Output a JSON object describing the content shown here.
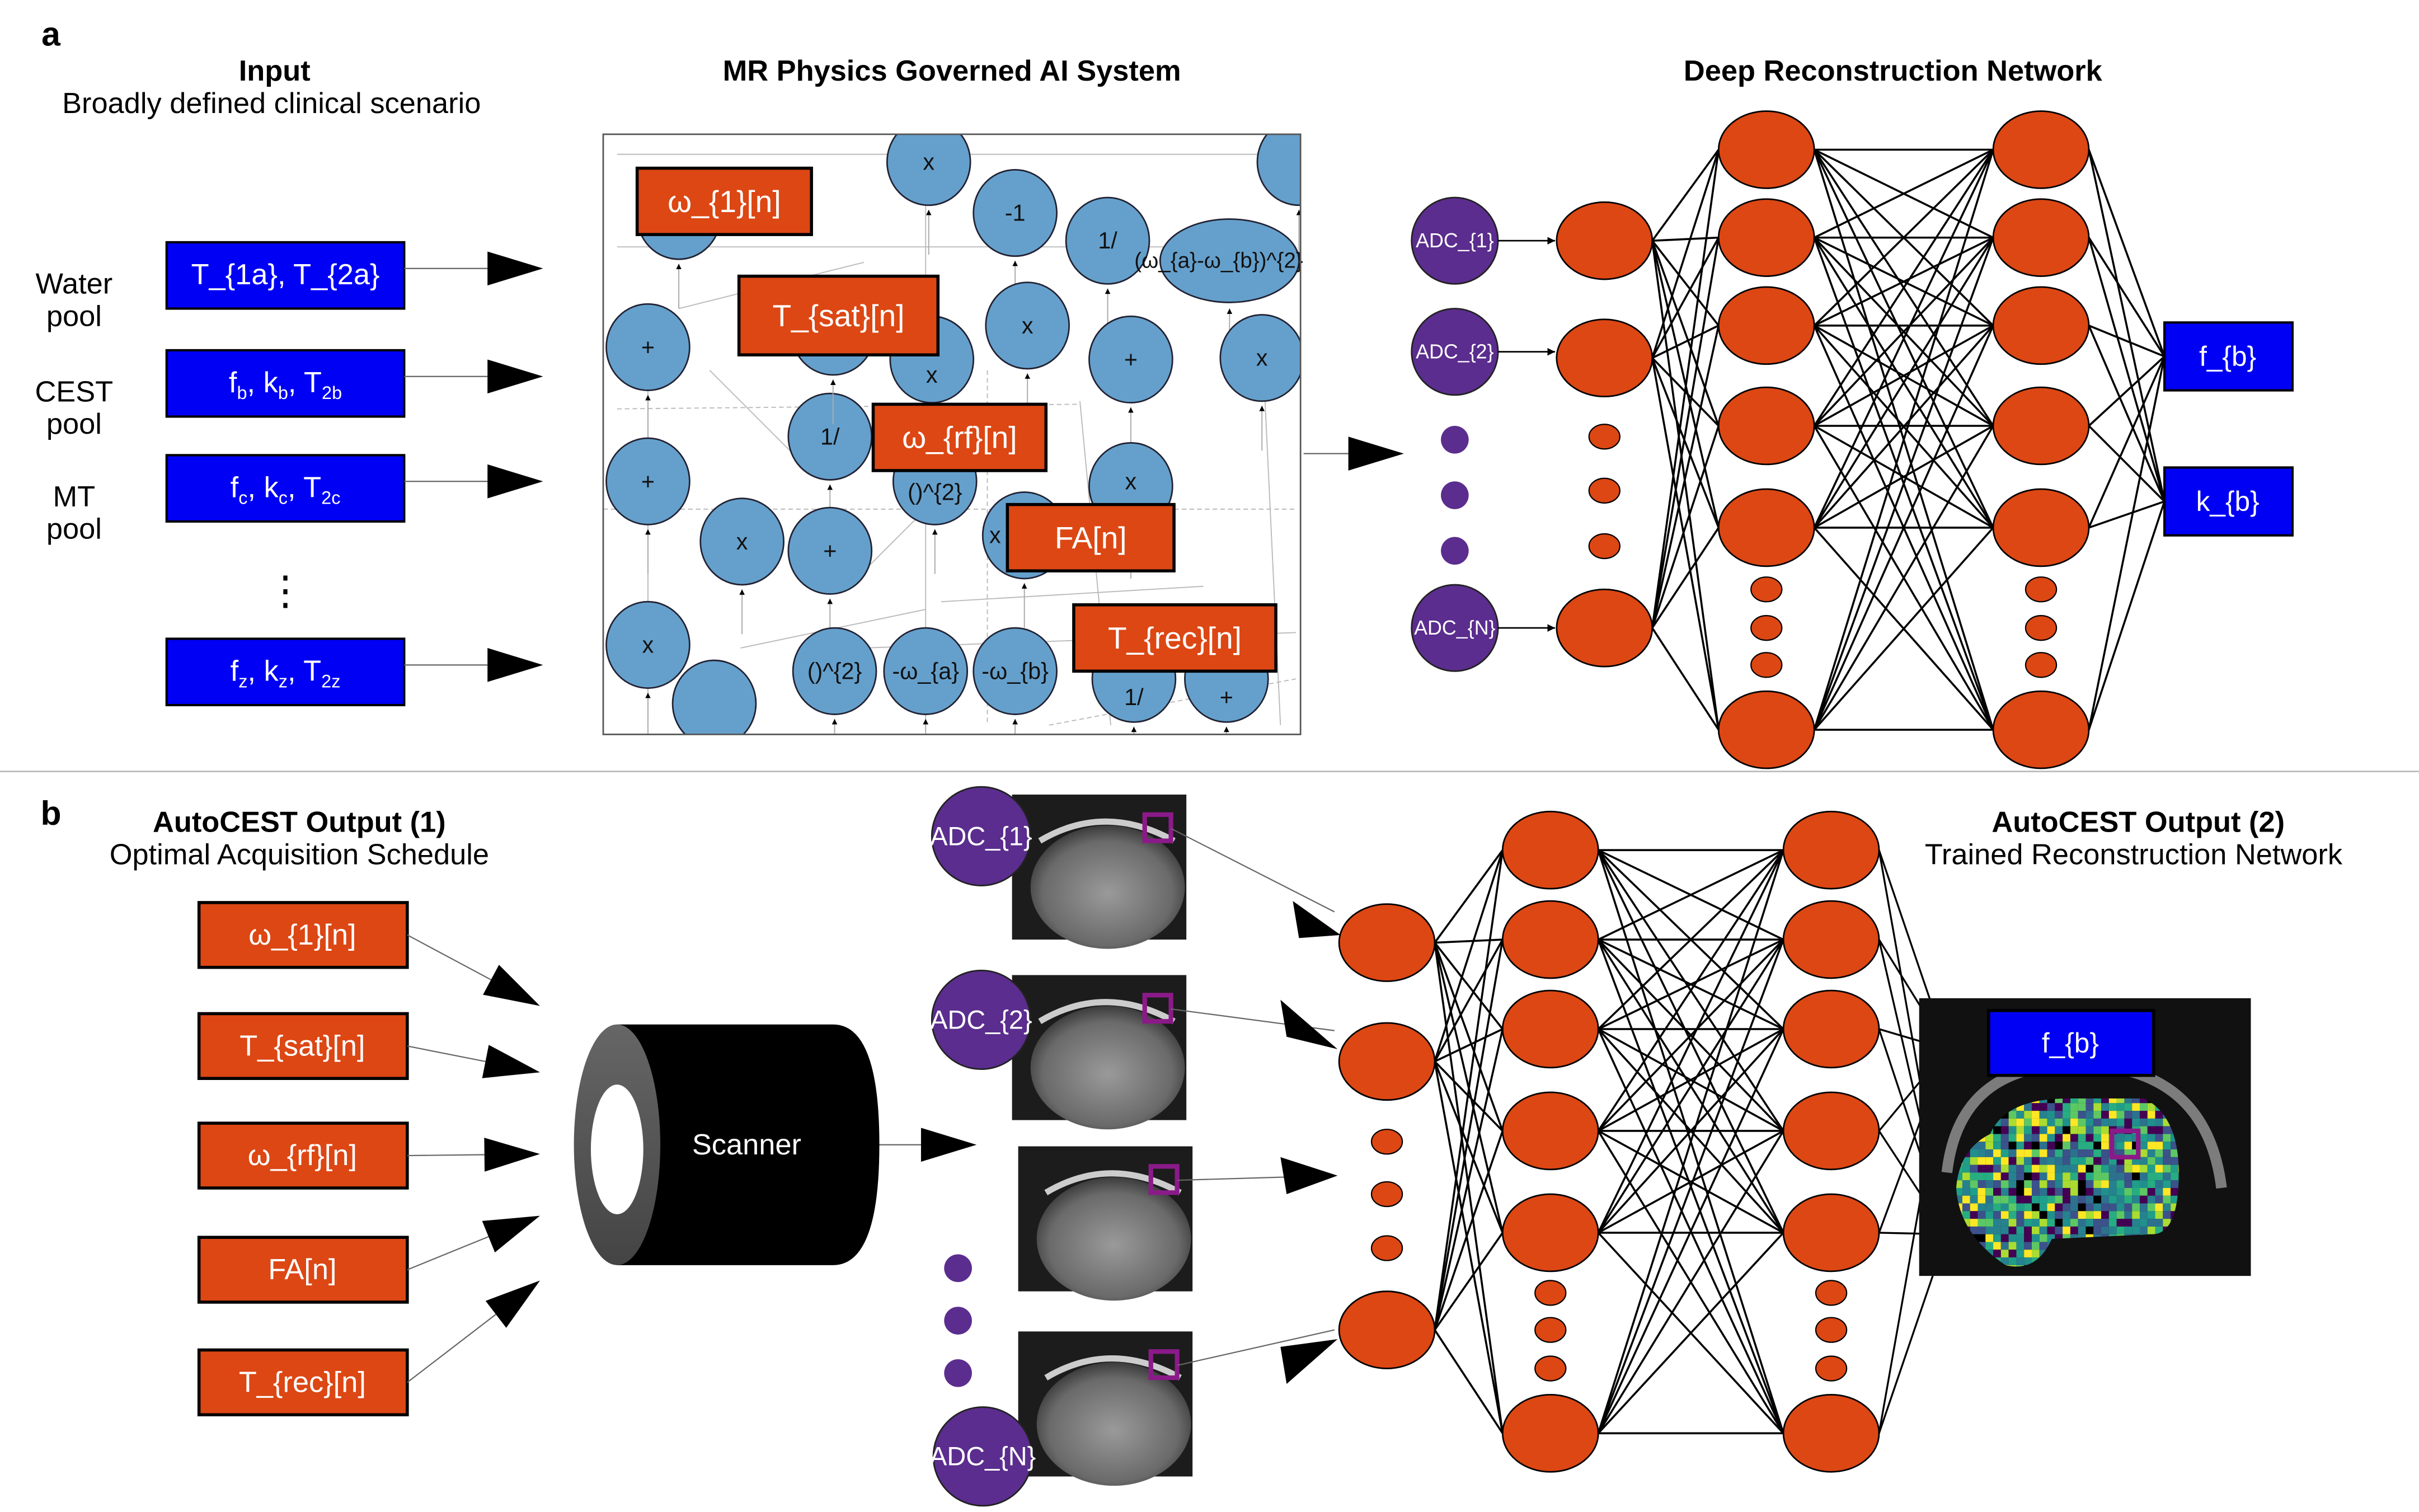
{
  "colors": {
    "blue_box": "#0000f5",
    "orange": "#dc4714",
    "purple": "#5b2d8e",
    "node_blue": "#65a0cc",
    "roi": "#8b1a89",
    "black": "#000000"
  },
  "panel_a": {
    "letter": "a",
    "input_title": "Input",
    "input_subtitle": "Broadly defined clinical scenario",
    "pools": [
      {
        "line1": "Water",
        "line2": "pool",
        "params": "T_{1a}, T_{2a}"
      },
      {
        "line1": "CEST",
        "line2": "pool",
        "params": "f_{b}, k_{b}, T_{2b}"
      },
      {
        "line1": "MT",
        "line2": "pool",
        "params": "f_{c}, k_{c}, T_{2c}"
      },
      {
        "line1": "",
        "line2": "",
        "params": "f_{z}, k_{z}, T_{2z}"
      }
    ],
    "ellipsis": "⋮",
    "graph_title": "MR Physics Governed AI System",
    "graph_nodes": [
      "x",
      "-1",
      "1/",
      "(ω_{a}-ω_{b})^{2}",
      "+",
      "x",
      "x",
      "+",
      "x",
      "1/",
      "()^{2}",
      "+",
      "x",
      "+",
      "x",
      "x",
      "x",
      "()^{2}",
      "-ω_{a}",
      "-ω_{b}",
      "1/",
      "+"
    ],
    "graph_params": [
      "ω_{1}[n]",
      "T_{sat}[n]",
      "ω_{rf}[n]",
      "FA[n]",
      "T_{rec}[n]"
    ],
    "network_title": "Deep Reconstruction Network",
    "adc_inputs": [
      "ADC_{1}",
      "ADC_{2}",
      "ADC_{N}"
    ],
    "outputs": [
      "f_{b}",
      "k_{b}"
    ]
  },
  "panel_b": {
    "letter": "b",
    "output1_title": "AutoCEST Output (1)",
    "output1_subtitle": "Optimal Acquisition Schedule",
    "schedule": [
      "ω_{1}[n]",
      "T_{sat}[n]",
      "ω_{rf}[n]",
      "FA[n]",
      "T_{rec}[n]"
    ],
    "scanner_label": "Scanner",
    "adc_images": [
      "ADC_{1}",
      "ADC_{2}",
      "",
      "ADC_{N}"
    ],
    "output2_title": "AutoCEST  Output (2)",
    "output2_subtitle": "Trained Reconstruction Network",
    "map_label": "f_{b}"
  }
}
